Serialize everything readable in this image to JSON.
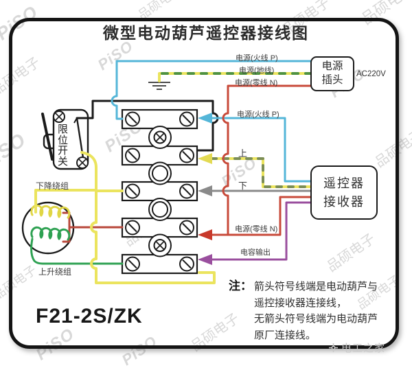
{
  "title": "微型电动葫芦遥控器接线图",
  "model": "F21-2S/ZK",
  "power_plug": {
    "line1": "电源",
    "line2": "插头",
    "voltage": "AC220V"
  },
  "receiver": {
    "line1": "遥控器",
    "line2": "接收器"
  },
  "limit_switch_label": "限位开关",
  "winding_down_label": "下降绕组",
  "winding_up_label": "上升绕组",
  "wire_labels": {
    "live_top": "电源(火线 P)",
    "ground": "电源(地线)",
    "neutral_top": "电源(零线 N)",
    "live_receiver": "电源(火线 P)",
    "up": "上",
    "down": "下",
    "neutral_receiver": "电源(零线 N)",
    "capacitor_out": "电容输出"
  },
  "note": {
    "prefix": "注：",
    "lines": [
      "箭头符号线端是电动葫芦与",
      "遥控接收器连接线，",
      "无箭头符号线端为电动葫芦",
      "原厂连接线。"
    ]
  },
  "watermark": {
    "brand_latin": "PiSO",
    "brand_cjk": "品硕电子",
    "footer": "电工之家"
  },
  "colors": {
    "live_wire": "#54b6d8",
    "neutral_wire": "#c84a3a",
    "ground_wire_base": "#ebe45e",
    "ground_wire_dash": "#4f9240",
    "up_wire_base": "#ebe45e",
    "up_wire_dash": "#7b8d55",
    "down_wire": "#8a8a8a",
    "capacitor_wire": "#9a4f9e",
    "winding_up_wire": "#2ea152",
    "winding_down_wire": "#e0d645",
    "factory_wire": "#1a1a1a"
  }
}
